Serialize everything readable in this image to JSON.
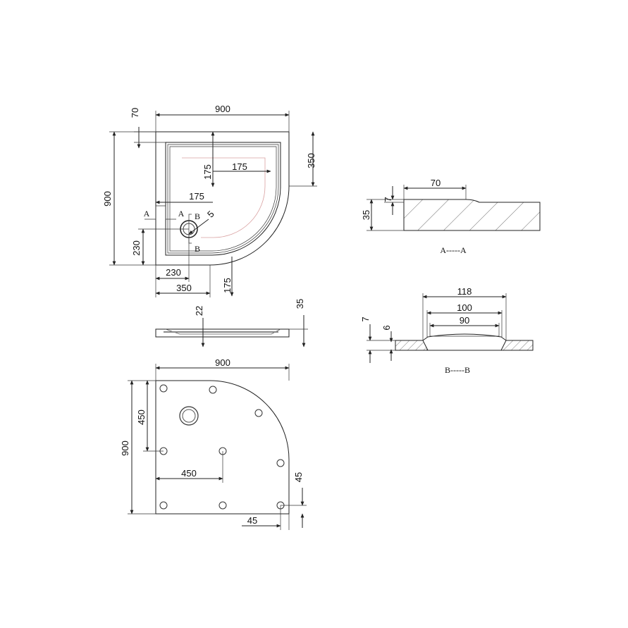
{
  "top_view": {
    "width": "900",
    "depth": "900",
    "rim": "70",
    "offset_a": "350",
    "offset_b": "175",
    "offset_c": "175",
    "offset_d": "175",
    "drain_x": "230",
    "drain_y": "230",
    "radius_x": "350",
    "radius_y": "175",
    "drain_dim": "5",
    "label_a1": "A",
    "label_a2": "A",
    "label_b1": "B",
    "label_b2": "B"
  },
  "side_view": {
    "thickness": "22",
    "height": "35"
  },
  "bottom_view": {
    "width": "900",
    "depth": "900",
    "leg_y": "450",
    "leg_x": "450",
    "edge_y": "45",
    "edge_x": "45"
  },
  "section_aa": {
    "title": "A-----A",
    "rim": "70",
    "step": "7",
    "height": "35"
  },
  "section_bb": {
    "title": "B-----B",
    "outer": "118",
    "mid": "100",
    "inner": "90",
    "depth_a": "7",
    "depth_b": "6"
  }
}
